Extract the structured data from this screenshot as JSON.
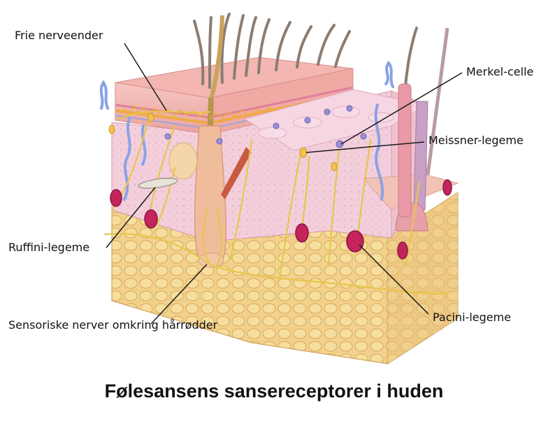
{
  "title": "Følesansens sansereceptorer i huden",
  "labels": {
    "frie_nerveender": "Frie nerveender",
    "merkel_celle": "Merkel-celle",
    "meissner_legeme": "Meissner-legeme",
    "ruffini_legeme": "Ruffini-legeme",
    "sensoriske_nerver": "Sensoriske nerver omkring hårrødder",
    "pacini_legeme": "Pacini-legeme"
  },
  "colors": {
    "epidermis": "#f2b8b4",
    "dermis": "#f4cfd9",
    "fat": "#f0cf86",
    "nerve": "#e6c84a",
    "pacini": "#c0245a",
    "hair": "#8a7a70",
    "vessel": "#8aa0e8"
  }
}
